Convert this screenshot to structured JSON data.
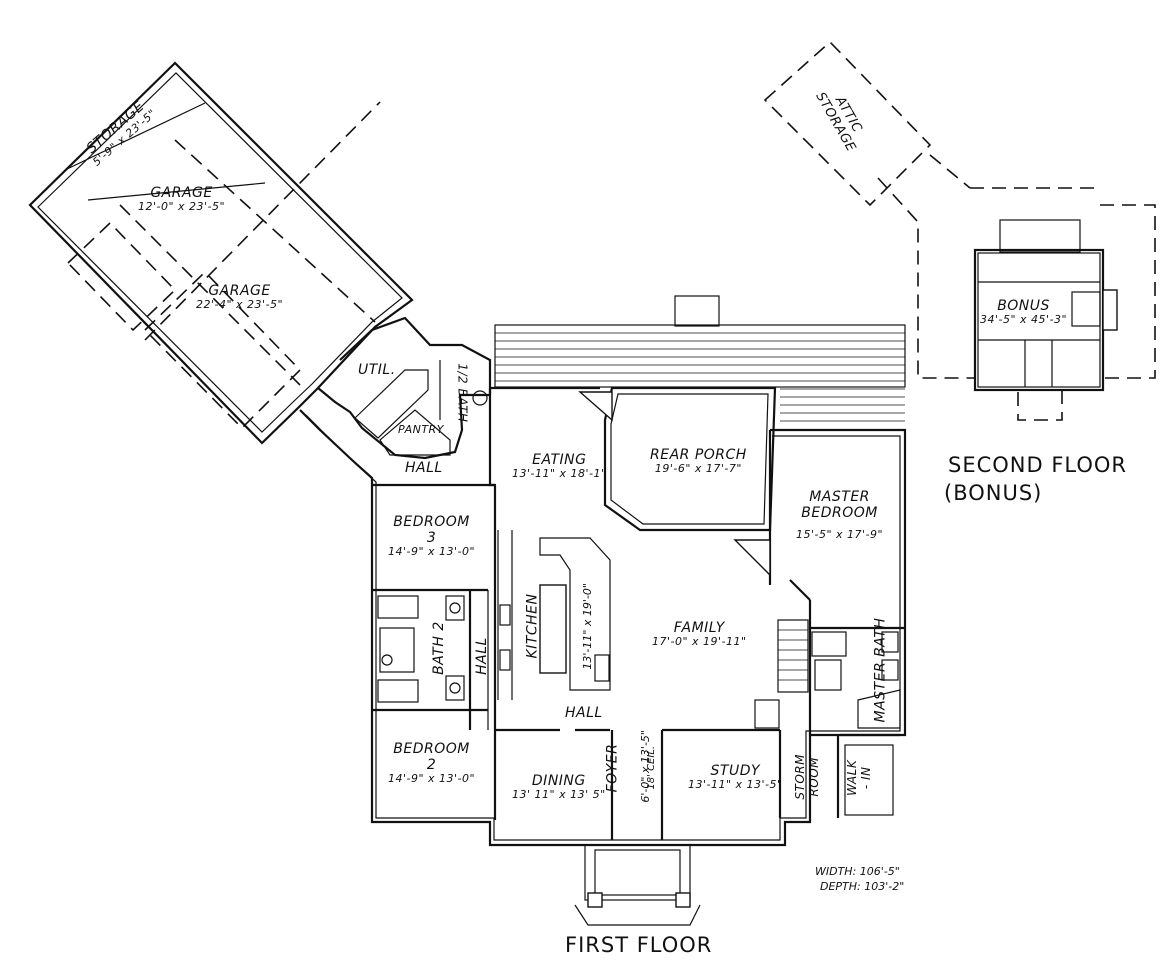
{
  "captions": {
    "first_floor": "FIRST FLOOR",
    "second_floor": "SECOND FLOOR",
    "bonus_paren": "(BONUS)",
    "width": "WIDTH: 106'-5\"",
    "depth": "DEPTH: 103'-2\""
  },
  "rooms": {
    "storage": {
      "name": "STORAGE",
      "dim": "5'-9\" x 23'-5\""
    },
    "garage1": {
      "name": "GARAGE",
      "dim": "12'-0\" x 23'-5\""
    },
    "garage2": {
      "name": "GARAGE",
      "dim": "22'-4\" x 23'-5\""
    },
    "util": {
      "name": "UTIL."
    },
    "half_bath": {
      "name": "1/2 BATH"
    },
    "pantry": {
      "name": "PANTRY"
    },
    "hall_top": {
      "name": "HALL"
    },
    "eating": {
      "name": "EATING",
      "dim": "13'-11\" x 18'-1\""
    },
    "rear_porch": {
      "name": "REAR PORCH",
      "dim": "19'-6\" x 17'-7\""
    },
    "master_bedroom": {
      "name": "MASTER BEDROOM",
      "line1": "MASTER",
      "line2": "BEDROOM",
      "dim": "15'-5\" x 17'-9\""
    },
    "bedroom3": {
      "line1": "BEDROOM",
      "line2": "3",
      "dim": "14'-9\" x 13'-0\""
    },
    "bath2": {
      "name": "BATH 2"
    },
    "hall_side": {
      "name": "HALL"
    },
    "kitchen": {
      "name": "KITCHEN",
      "dim": "13'-11\" x 19'-0\""
    },
    "family": {
      "name": "FAMILY",
      "dim": "17'-0\" x 19'-11\""
    },
    "master_bath": {
      "name": "MASTER BATH"
    },
    "hall_bottom": {
      "name": "HALL"
    },
    "bedroom2": {
      "line1": "BEDROOM",
      "line2": "2",
      "dim": "14'-9\" x 13'-0\""
    },
    "dining": {
      "name": "DINING",
      "dim": "13' 11\" x 13' 5\""
    },
    "foyer": {
      "name": "FOYER",
      "dim": "6'-0\" x 13'-5\"",
      "ceil": "18' CEIL."
    },
    "study": {
      "name": "STUDY",
      "dim": "13'-11\" x 13'-5\""
    },
    "storm_room": {
      "line1": "STORM",
      "line2": "ROOM"
    },
    "walk_in": {
      "line1": "WALK",
      "line2": "- IN"
    },
    "attic_storage": {
      "line1": "ATTIC",
      "line2": "STORAGE"
    },
    "bonus": {
      "name": "BONUS",
      "dim": "34'-5\" x 45'-3\""
    }
  }
}
